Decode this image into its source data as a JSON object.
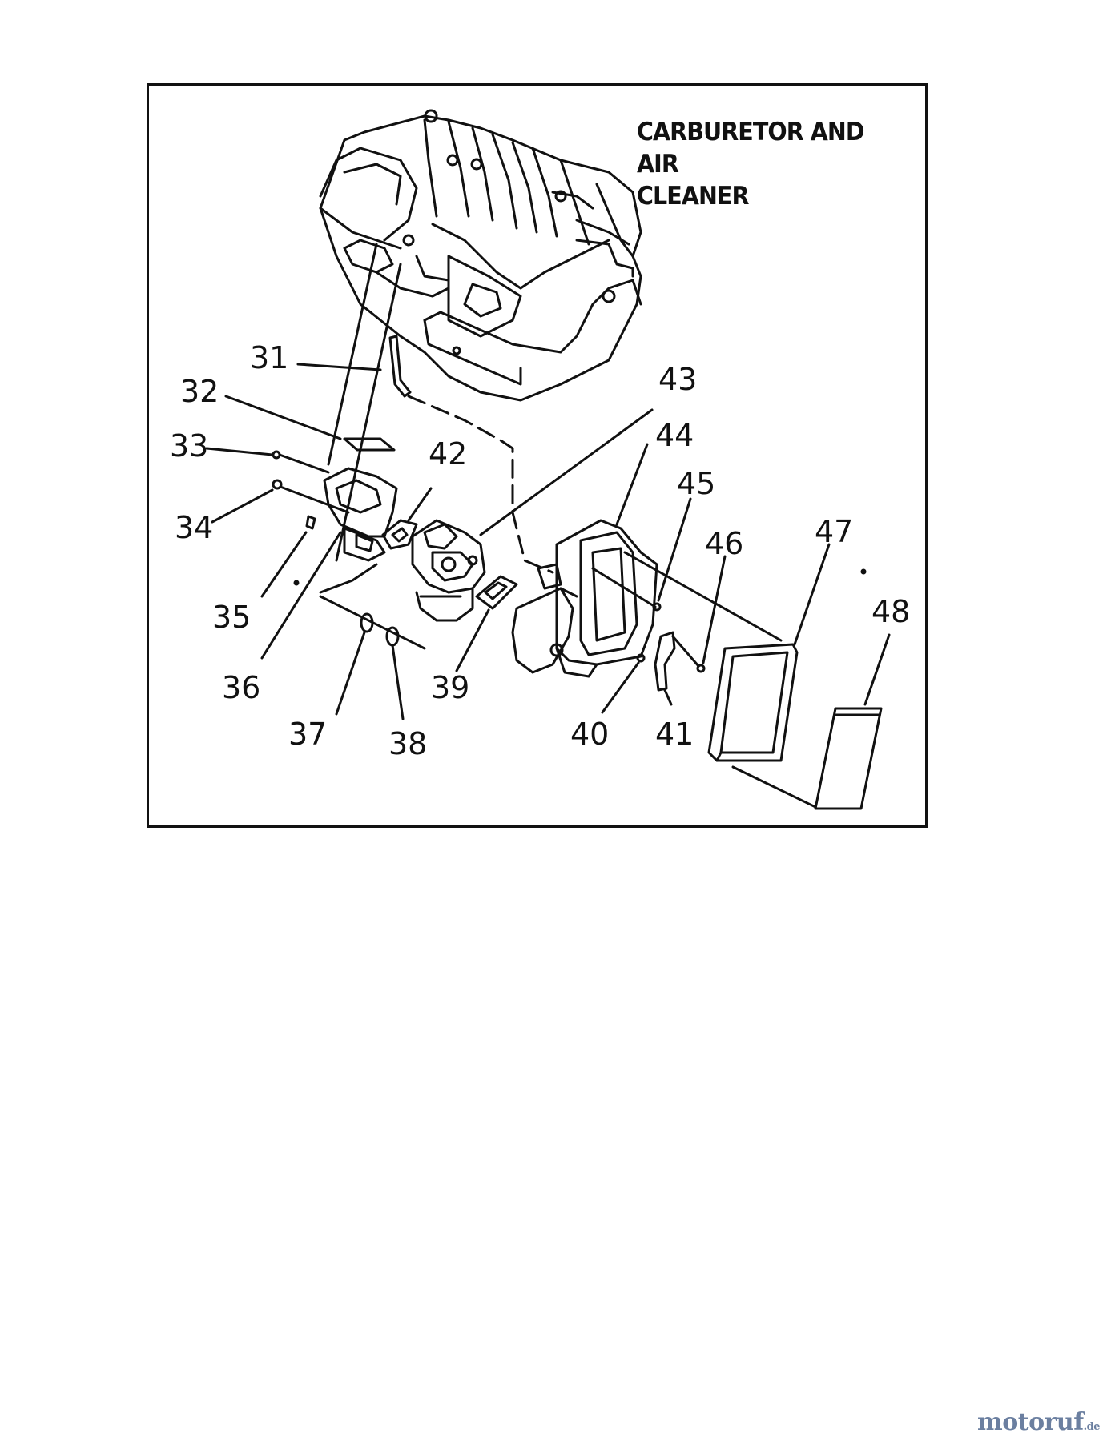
{
  "diagram": {
    "title_line1": "CARBURETOR AND AIR",
    "title_line2": "CLEANER"
  },
  "parts": [
    {
      "id": "31",
      "label": "31"
    },
    {
      "id": "32",
      "label": "32"
    },
    {
      "id": "33",
      "label": "33"
    },
    {
      "id": "34",
      "label": "34"
    },
    {
      "id": "35",
      "label": "35"
    },
    {
      "id": "36",
      "label": "36"
    },
    {
      "id": "37",
      "label": "37"
    },
    {
      "id": "38",
      "label": "38"
    },
    {
      "id": "39",
      "label": "39"
    },
    {
      "id": "40",
      "label": "40"
    },
    {
      "id": "41",
      "label": "41"
    },
    {
      "id": "42",
      "label": "42"
    },
    {
      "id": "43",
      "label": "43"
    },
    {
      "id": "44",
      "label": "44"
    },
    {
      "id": "45",
      "label": "45"
    },
    {
      "id": "46",
      "label": "46"
    },
    {
      "id": "47",
      "label": "47"
    },
    {
      "id": "48",
      "label": "48"
    }
  ],
  "watermark": {
    "text": "motoruf",
    "suffix": ".de",
    "color": "#6b7fa0"
  }
}
